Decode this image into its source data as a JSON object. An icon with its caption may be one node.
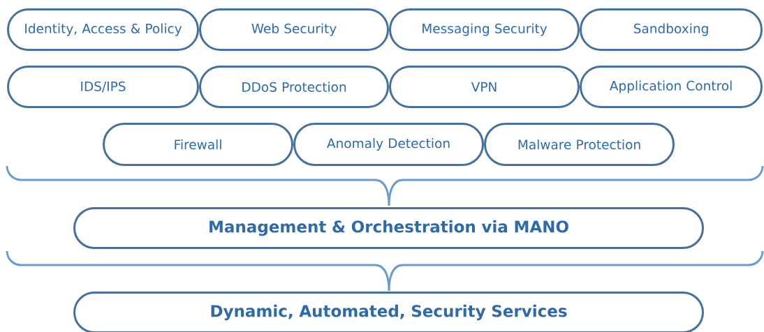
{
  "diagram": {
    "nodes": [
      {
        "text": [
          "Identity, Access & Policy"
        ]
      },
      {
        "text": [
          "Web Security"
        ]
      },
      {
        "text": [
          "Messaging Security"
        ]
      },
      {
        "text": [
          "Sandboxing"
        ]
      },
      {
        "text": [
          "IDS/IPS"
        ]
      },
      {
        "text": [
          "DDoS Protection"
        ]
      },
      {
        "text": [
          "VPN"
        ]
      },
      {
        "text": [
          "Application Control"
        ]
      },
      {
        "text": [
          "Firewall"
        ]
      },
      {
        "text": [
          "Anomaly Detection"
        ]
      },
      {
        "text": [
          "Malware Protection"
        ]
      },
      {
        "text": [
          "Management & Orchestration via MANO"
        ]
      },
      {
        "text": [
          "Dynamic, Automated, Security Services"
        ]
      }
    ]
  }
}
